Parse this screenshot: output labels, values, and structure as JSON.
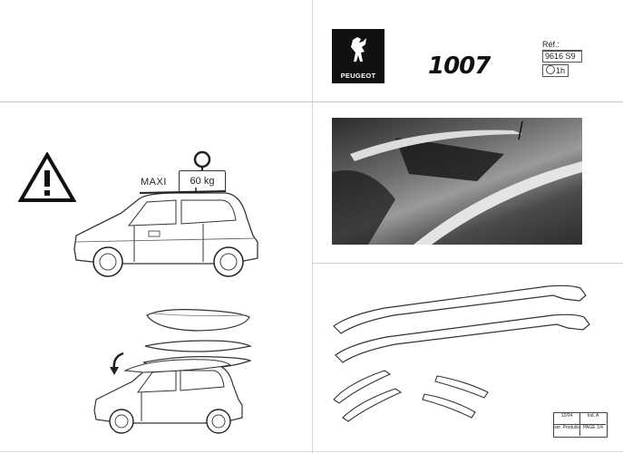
{
  "brand": {
    "name": "PEUGEOT",
    "model": "1007"
  },
  "reference": {
    "label": "Réf.:",
    "code": "9616 S9",
    "time": "1h"
  },
  "warning": {
    "maxi_label": "MAXI",
    "load_value": "60 kg"
  },
  "footer": {
    "cell_a": "12/04",
    "cell_b": "Ind. A",
    "cell_c": "ser. Produits",
    "cell_d": "PAGE 1/4"
  },
  "icons": [
    "peugeot-lion-icon",
    "warning-triangle-icon",
    "clock-icon",
    "weight-ring-icon",
    "curved-arrow-icon"
  ],
  "colors": {
    "logo_background": "#111111",
    "ink": "#222222"
  }
}
